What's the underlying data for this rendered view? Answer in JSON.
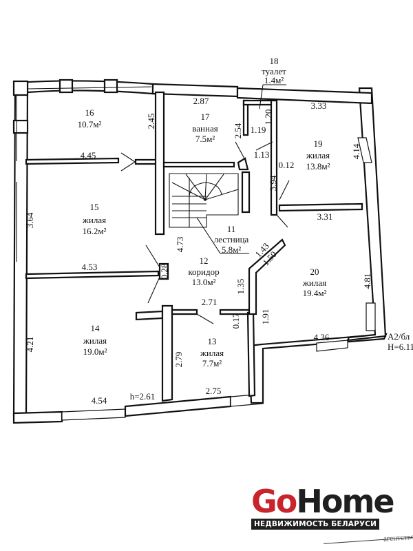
{
  "rooms": [
    {
      "num": "16",
      "name": "",
      "area": "10.7м²"
    },
    {
      "num": "17",
      "name": "ванная",
      "area": "7.5м²"
    },
    {
      "num": "18",
      "name": "туалет",
      "area": "1.4м²"
    },
    {
      "num": "19",
      "name": "жилая",
      "area": "13.8м²"
    },
    {
      "num": "15",
      "name": "жилая",
      "area": "16.2м²"
    },
    {
      "num": "11",
      "name": "лестница",
      "area": "5.8м²"
    },
    {
      "num": "12",
      "name": "коридор",
      "area": "13.0м²"
    },
    {
      "num": "20",
      "name": "жилая",
      "area": "19.4м²"
    },
    {
      "num": "14",
      "name": "жилая",
      "area": "19.0м²"
    },
    {
      "num": "13",
      "name": "жилая",
      "area": "7.7м²"
    }
  ],
  "dimensions": {
    "d_2_87": "2.87",
    "d_2_45": "2.45",
    "d_4_45": "4.45",
    "d_2_54": "2.54",
    "d_1_19": "1.19",
    "d_1_20": "1.20",
    "d_1_13": "1.13",
    "d_3_33": "3.33",
    "d_4_14": "4.14",
    "d_0_12": "0.12",
    "d_3_94": "3.94",
    "d_3_31": "3.31",
    "d_3_64": "3.64",
    "d_4_73": "4.73",
    "d_1_43": "1.43",
    "d_1_50": "1.50",
    "d_4_53": "4.53",
    "d_0_28": "0.28",
    "d_4_81": "4.81",
    "d_1_35": "1.35",
    "d_2_71": "2.71",
    "d_0_17": "0.17",
    "d_1_91": "1.91",
    "d_4_21": "4.21",
    "d_2_79": "2.79",
    "d_4_36": "4.36",
    "d_4_54": "4.54",
    "d_h": "h=2.61",
    "d_2_75": "2.75"
  },
  "annotations": {
    "code": "А2/бл",
    "height": "H=6.11"
  },
  "logo": {
    "part1": "Go",
    "part2": "Home",
    "tagline": "НЕДВИЖИМОСТЬ БЕЛАРУСИ",
    "colors": {
      "go": "#c8242b",
      "home": "#1f1f1f"
    }
  },
  "stamp_fragment": "агентствен"
}
